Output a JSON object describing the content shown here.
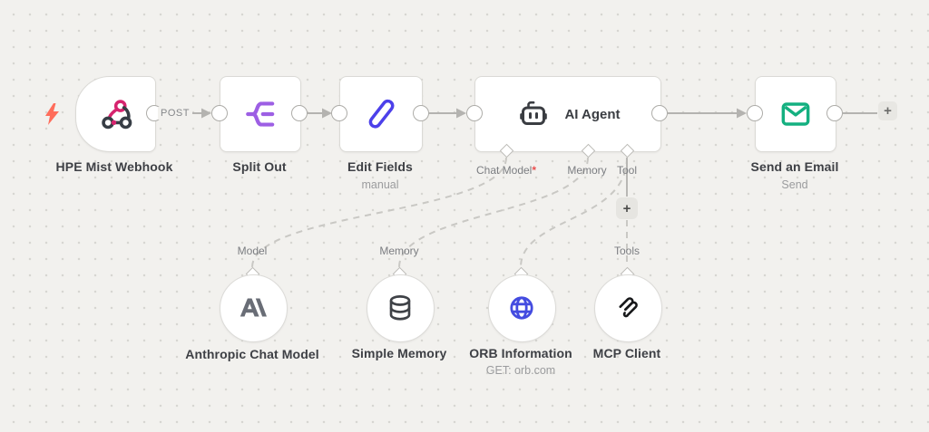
{
  "workflow": {
    "connections": {
      "post_label": "POST"
    },
    "nodes": {
      "webhook": {
        "title": "HPE Mist Webhook"
      },
      "split_out": {
        "title": "Split Out"
      },
      "edit_fields": {
        "title": "Edit Fields",
        "subtitle": "manual"
      },
      "ai_agent": {
        "title": "AI Agent",
        "ports": {
          "chat_model": {
            "label": "Chat Model",
            "required_mark": "*"
          },
          "memory": {
            "label": "Memory"
          },
          "tool": {
            "label": "Tool"
          }
        }
      },
      "send_email": {
        "title": "Send an Email",
        "subtitle": "Send"
      },
      "anthropic": {
        "title": "Anthropic Chat Model",
        "port_label": "Model"
      },
      "simple_memory": {
        "title": "Simple Memory",
        "port_label": "Memory"
      },
      "orb": {
        "title": "ORB Information",
        "subtitle": "GET: orb.com"
      },
      "mcp": {
        "title": "MCP Client",
        "port_label": "Tools"
      }
    },
    "buttons": {
      "add_next": "+",
      "add_tool": "+"
    },
    "icons": {
      "trigger": "lightning-bolt",
      "webhook": "webhook-icon",
      "split_out": "split-out-icon",
      "edit_fields": "pencil-icon",
      "ai_agent": "robot-icon",
      "send_email": "envelope-icon",
      "anthropic": "anthropic-logo-icon",
      "simple_memory": "database-icon",
      "orb": "globe-icon",
      "mcp": "mcp-logo-icon"
    },
    "colors": {
      "canvas_bg": "#f2f1ee",
      "webhook_pink": "#d6246e",
      "icon_dark": "#373d45",
      "split_purple": "#9d5fe4",
      "edit_blue": "#4c40ea",
      "email_green": "#14b080",
      "globe_blue": "#444ce0",
      "anthropic_gray": "#696d76",
      "mcp_black": "#17181a",
      "bolt_coral": "#ff6d5b",
      "required_red": "#ea4e4e",
      "wire_gray": "#b4b3b0",
      "dashed_gray": "#c9c8c4"
    }
  }
}
